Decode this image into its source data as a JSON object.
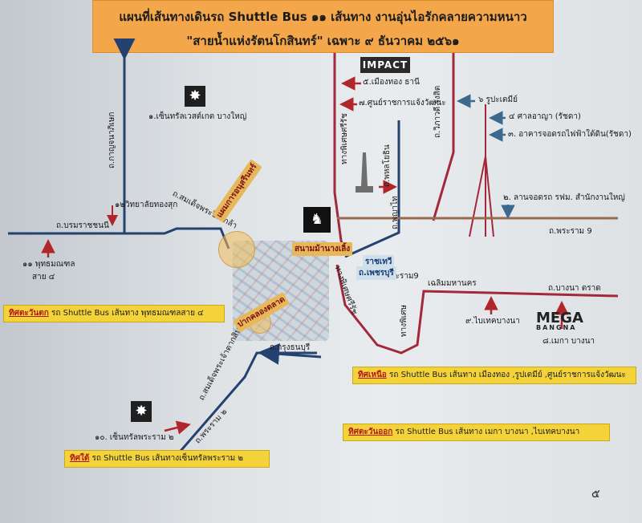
{
  "title": {
    "line1": "แผนที่เส้นทางเดินรถ Shuttle Bus ๑๑ เส้นทาง  งานอุ่นไอรักคลายความหนาว",
    "line2": "\"สายน้ำแห่งรัตนโกสินทร์\" เฉพาะ ๙ ธันวาคม ๒๕๖๑"
  },
  "roads": {
    "kanchanaphisek": "ถ.กาญจนาภิเษก",
    "boromratchachonnani": "ถ.บรมราชชนนี",
    "somdet_pinklao": "ถ.สมเด็จพระปิ่นเกล้า",
    "thang_phiset_1": "ทางพิเศษศรีรัช",
    "vibhavadi": "ถ.วิภาวดี รังสิต",
    "phahonyothin": "ถ.พหลโยธิน",
    "phayathai": "ถ.พญาไท",
    "rama9": "ถ.พระราม 9",
    "phetchaburi": "ถ.เพชรบุรี",
    "mrt_rama9": "2.MRTพระราม9",
    "thang_phiset_2": "ทางพิเศษศรีรัช",
    "thang_phiset_3": "ทางพิเศษ",
    "chaloem_mahanakhon": "เฉลิมมหานคร",
    "bangna_trat": "ถ.บางนา ตราด",
    "krung_thonburi": "ถ.กรุงธนบุรี",
    "somdet_taksin": "ถ.สมเด็จพระเจ้าตากสิน",
    "rama2": "ถ.พระราม ๒"
  },
  "stops": {
    "s1": "๑.เซ็นทรัลเวสต์เกต บางใหญ่",
    "s2": "๒. ลานจอดรถ รฟม. สำนักงานใหญ่",
    "s3": "๓. อาคารจอดรถไฟฟ้าใต้ดิน(รัชดา)",
    "s4": "๔ ศาลอาญา (รัชดา)",
    "s5": "๕.เมืองทอง ธานี",
    "s6": "๖ รูปะเตมีย์",
    "s7": "๗.ศูนย์ราชการแจ้งวัฒนะ",
    "s8": "๘.เมกา บางนา",
    "s9": "๙.ไบเทคบางนา",
    "s10": "๑๐. เซ็นทรัลพระราม ๒",
    "s11": "๑๑ พุทธมณฑล",
    "s11b": "สาย ๔",
    "s12": "๑๒วิทยาลัยทองสุก"
  },
  "tags": {
    "maeyanaram": "แผมการอนุสรีนทร์",
    "sanam_luang": "สนามม้านางเลิ้ง",
    "ratchathewi": "ราชเทวี",
    "pakkhlong": "ปากคลองตลาด"
  },
  "logos": {
    "impact": "IMPACT",
    "mega": "MEGA",
    "mega_sub": "BANGNA"
  },
  "legend": {
    "west_key": "ทิศตะวันตก",
    "west_text": "  รถ Shuttle Bus เส้นทาง พุทธมณฑลสาย ๔",
    "north_key": "ทิศเหนือ",
    "north_text": " รถ Shuttle Bus เส้นทาง เมืองทอง ,รูปเตมีย์ ,ศูนย์ราชการแจ้งวัฒนะ",
    "east_key": "ทิศตะวันออก",
    "east_text": " รถ Shuttle Bus เส้นทาง เมกา บางนา ,ไบเทคบางนา",
    "south_key": "ทิศใต้",
    "south_text": " รถ Shuttle Bus เส้นทางเซ็นทรัลพระราม ๒"
  },
  "page_number": "๕",
  "colors": {
    "header": "#f3a64a",
    "legend_box": "#f4d33a",
    "route_blue": "#24426f",
    "route_red": "#a3283a",
    "route_brown": "#9a6a4a",
    "arrow_red": "#b0262a",
    "arrow_blue": "#3b6a8e"
  }
}
